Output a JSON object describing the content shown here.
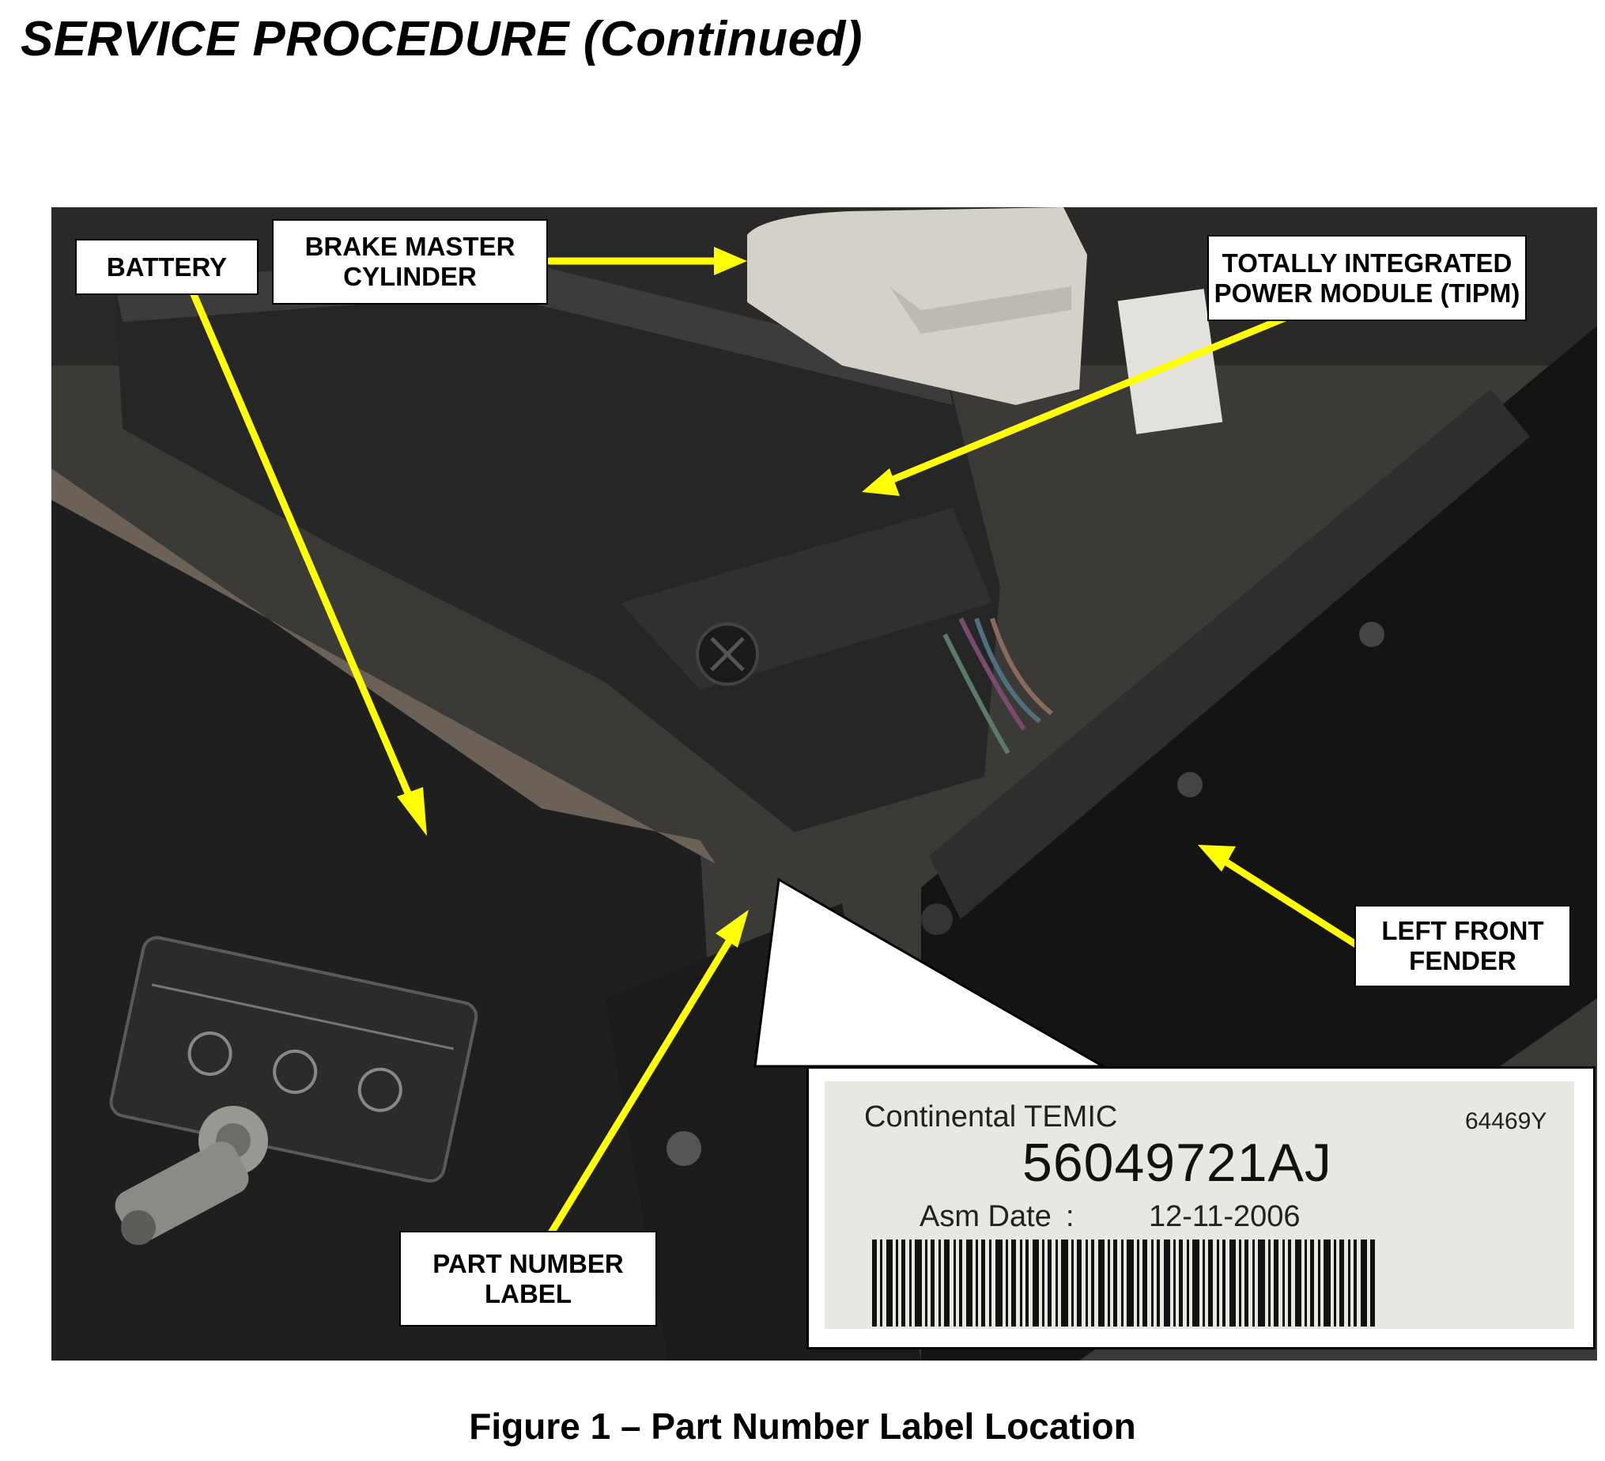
{
  "header": {
    "title": "SERVICE PROCEDURE (Continued)"
  },
  "figure": {
    "callouts": {
      "battery": "BATTERY",
      "brake_master_cylinder": "BRAKE MASTER\nCYLINDER",
      "tipm": "TOTALLY INTEGRATED\nPOWER MODULE (TIPM)",
      "left_front_fender": "LEFT FRONT\nFENDER",
      "part_number_label": "PART NUMBER\nLABEL"
    },
    "arrow_color": "#ffff00",
    "inset_label": {
      "manufacturer": "Continental TEMIC",
      "code": "64469Y",
      "part_number": "56049721AJ",
      "asm_date_label": "Asm Date",
      "asm_date_separator": ":",
      "asm_date": "12-11-2006"
    }
  },
  "caption": "Figure 1 – Part Number Label Location"
}
